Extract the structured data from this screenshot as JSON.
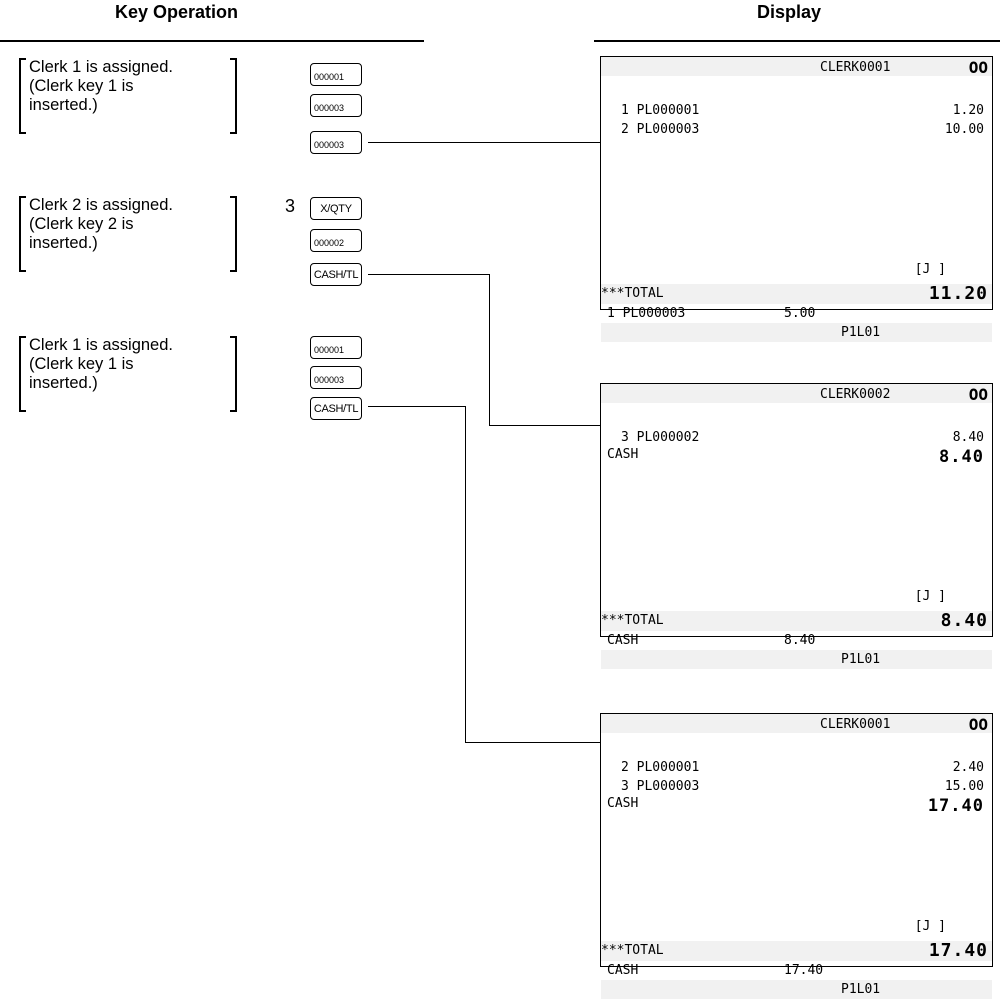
{
  "headers": {
    "key_operation": "Key Operation",
    "display": "Display"
  },
  "steps": [
    {
      "text": "Clerk 1 is assigned.\n(Clerk key 1 is\ninserted.)",
      "keys": [
        "000001",
        "000003",
        "000003"
      ]
    },
    {
      "text": "Clerk 2 is assigned.\n(Clerk key 2 is\ninserted.)",
      "qty_prefix": "3",
      "keys": [
        "X/QTY",
        "000002",
        "CASH/TL"
      ]
    },
    {
      "text": "Clerk 1 is assigned.\n(Clerk key 1 is\ninserted.)",
      "keys": [
        "000001",
        "000003",
        "CASH/TL"
      ]
    }
  ],
  "displays": [
    {
      "clerk": "CLERK0001",
      "indicator": "OO",
      "items": [
        {
          "left": "1 PL000001",
          "right": "1.20"
        },
        {
          "left": "2 PL000003",
          "right": "10.00"
        }
      ],
      "journal": "[J ]",
      "total_label": "***TOTAL",
      "total_value": "11.20",
      "sub_left": "1 PL000003",
      "sub_right": "5.00",
      "footer": "P1L01"
    },
    {
      "clerk": "CLERK0002",
      "indicator": "OO",
      "items": [
        {
          "left": "3 PL000002",
          "right": "8.40"
        },
        {
          "left": "CASH",
          "right": "8.40",
          "big": true
        }
      ],
      "journal": "[J ]",
      "total_label": "***TOTAL",
      "total_value": "8.40",
      "sub_left": "CASH",
      "sub_right": "8.40",
      "footer": "P1L01"
    },
    {
      "clerk": "CLERK0001",
      "indicator": "OO",
      "items": [
        {
          "left": "2 PL000001",
          "right": "2.40"
        },
        {
          "left": "3 PL000003",
          "right": "15.00"
        },
        {
          "left": "CASH",
          "right": "17.40",
          "big": true
        }
      ],
      "journal": "[J ]",
      "total_label": "***TOTAL",
      "total_value": "17.40",
      "sub_left": "CASH",
      "sub_right": "17.40",
      "footer": "P1L01"
    }
  ]
}
